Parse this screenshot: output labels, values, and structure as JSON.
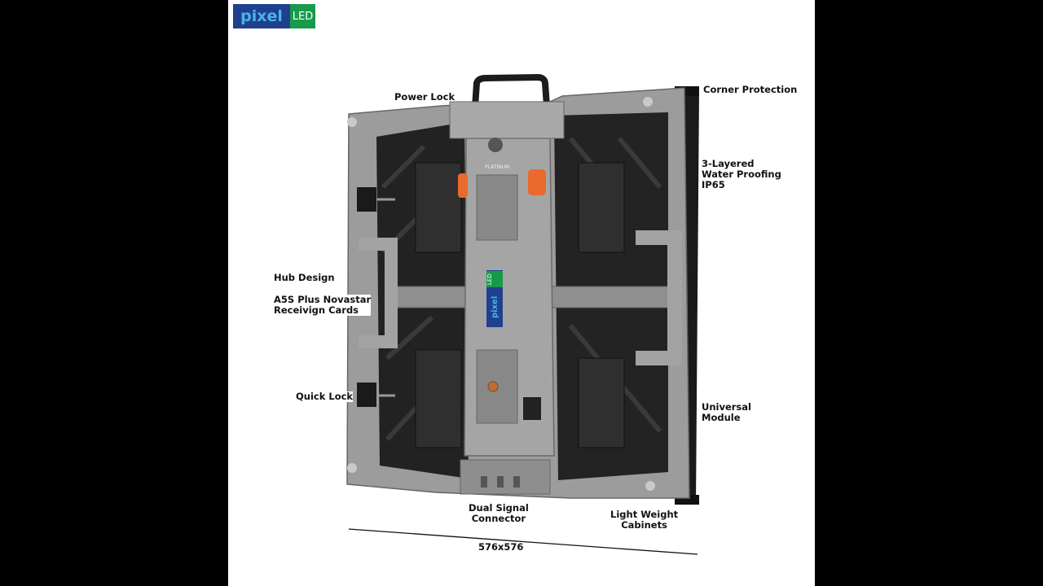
{
  "logo": {
    "word": "pixel",
    "suffix": "LED"
  },
  "panel_badge": {
    "word": "pixel",
    "suffix": "LED"
  },
  "platinum_text": "PLATINUM",
  "labels": {
    "power_lock": "Power Lock",
    "corner_protection": "Corner Protection",
    "water_proofing": "3-Layered\nWater Proofing\nIP65",
    "hub_design": "Hub Design",
    "receiving_cards": "A5S Plus Novastar\nReceivign Cards",
    "quick_lock": "Quick Lock",
    "universal_module": "Universal\nModule",
    "dual_signal": "Dual Signal\nConnector",
    "light_weight": "Light Weight\nCabinets",
    "dimension": "576x576"
  },
  "colors": {
    "frame": "#9a9a9a",
    "dark": "#1d1d1d",
    "orange": "#e96a2c",
    "logo_blue": "#1f3f8f",
    "logo_green": "#179a4a"
  }
}
